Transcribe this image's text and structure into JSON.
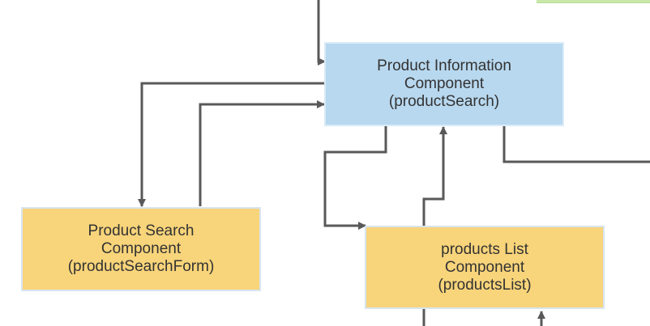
{
  "nodes": {
    "product_information": {
      "line1": "Product Information",
      "line2": "Component",
      "line3": "(productSearch)"
    },
    "product_search": {
      "line1": "Product Search",
      "line2": "Component",
      "line3": "(productSearchForm)"
    },
    "products_list": {
      "line1": "products List",
      "line2": "Component",
      "line3": "(productsList)"
    }
  },
  "colors": {
    "blue_node": "#b8d8ef",
    "yellow_node": "#f8d47a",
    "edge": "#595959",
    "partial_green": "#c7e8a8"
  }
}
